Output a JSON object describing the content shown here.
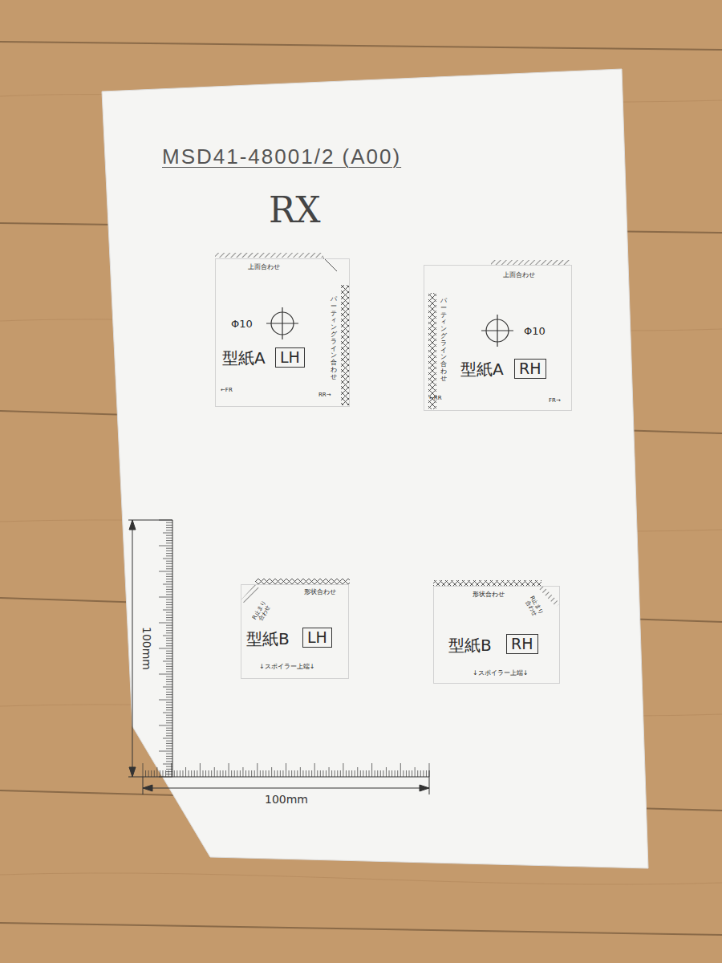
{
  "diagram": {
    "title": "MSD41-48001/2 (A00)",
    "nodes": [
      {
        "text": [
          "上面合わせ",
          "Φ10",
          "パーティングライン合わせ",
          "型紙A",
          "←FR",
          "RR→"
        ]
      },
      {
        "text": [
          "LH"
        ],
        "in": 0
      },
      {
        "text": [
          "上面合わせ",
          "Φ10",
          "パーティングライン合わせ",
          "型紙A",
          "←RR",
          "FR→"
        ]
      },
      {
        "text": [
          "RH"
        ],
        "in": 2
      },
      {
        "text": [
          "形状合わせ",
          "R止まり 合わせ",
          "型紙B",
          "↓スポイラー上端↓"
        ]
      },
      {
        "text": [
          "LH"
        ],
        "in": 4
      },
      {
        "text": [
          "形状合わせ",
          "R止まり 合わせ",
          "型紙B",
          "↓スポイラー上端↓"
        ]
      },
      {
        "text": [
          "RH"
        ],
        "in": 6
      }
    ],
    "labels": [
      "RX",
      "100mm",
      "100mm"
    ]
  }
}
